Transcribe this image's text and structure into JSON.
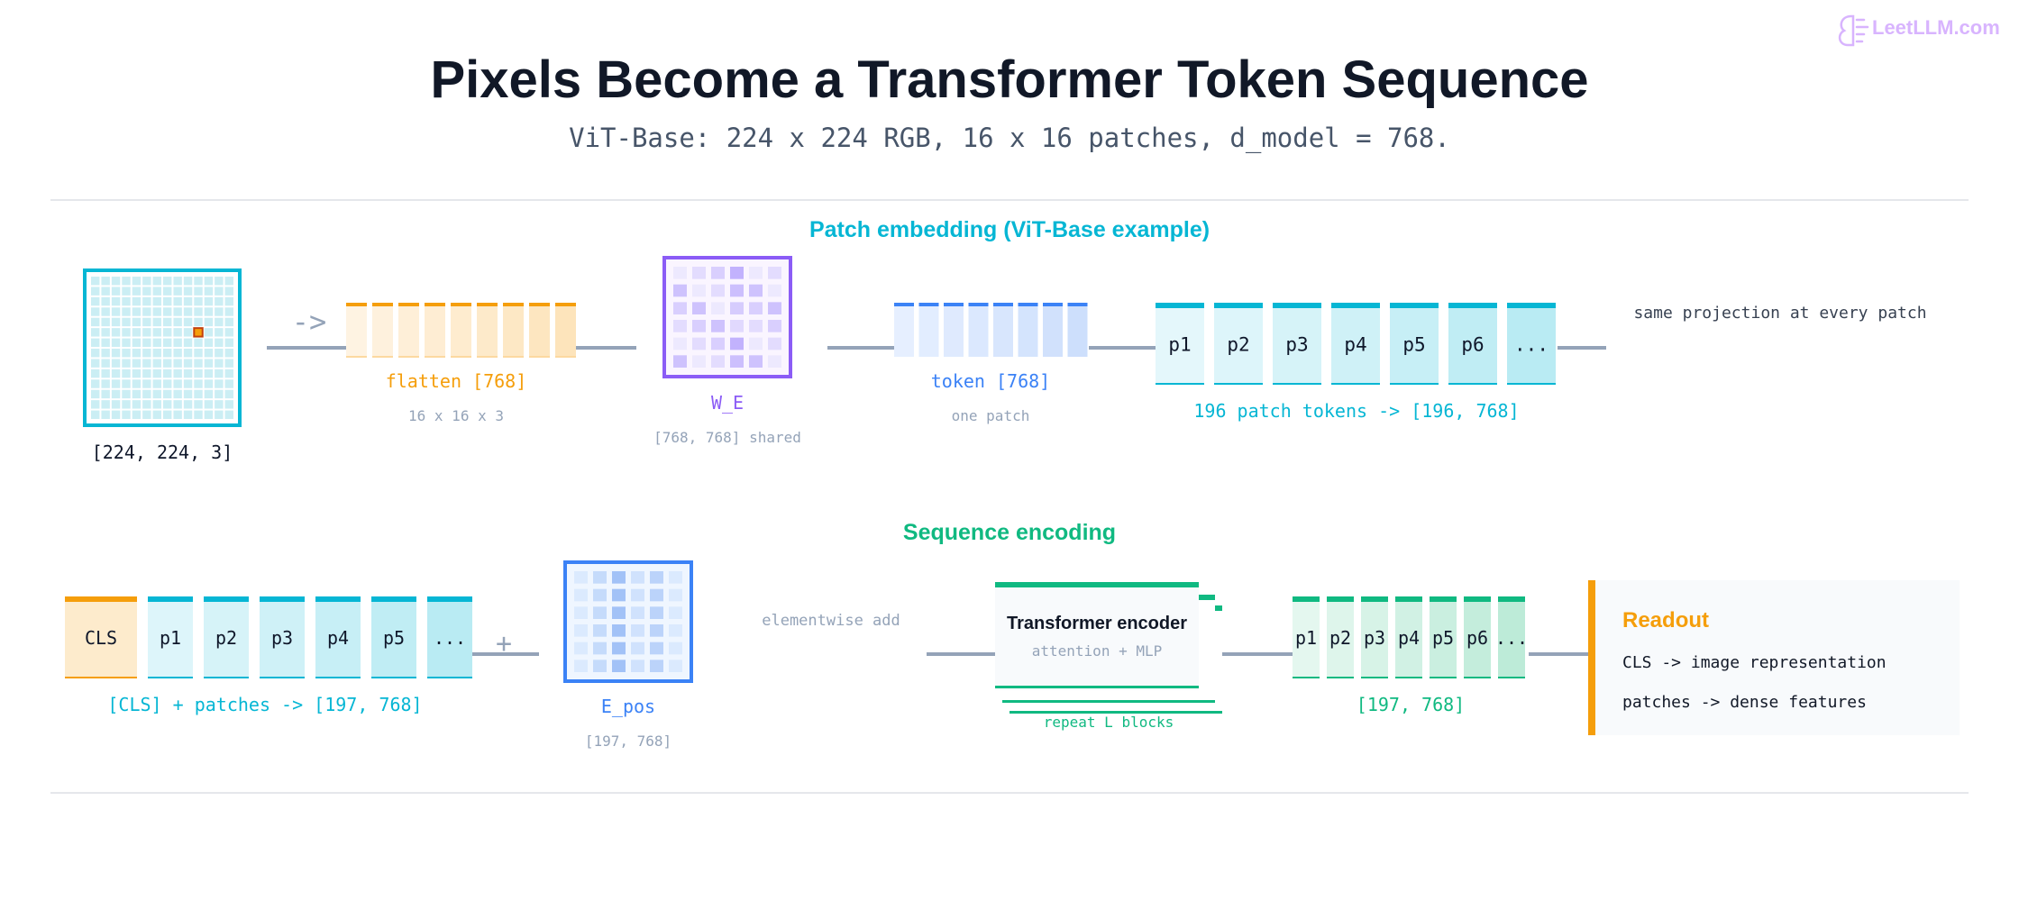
{
  "brand": {
    "text": "LeetLLM.com",
    "color": "#d8b4fe"
  },
  "header": {
    "title": "Pixels Become a Transformer Token Sequence",
    "subtitle": "ViT-Base: 224 x 224 RGB, 16 x 16 patches, d_model = 768."
  },
  "colors": {
    "cyan": "#06b6d4",
    "orange": "#f59e0b",
    "purple": "#8b5cf6",
    "blue": "#3b82f6",
    "green": "#10b981",
    "connector": "#94a3b8",
    "muted": "#94a3b8",
    "ink": "#111827"
  },
  "patch_section": {
    "title": "Patch embedding (ViT-Base example)",
    "image_label": "[224, 224, 3]",
    "arrow": "->",
    "flatten_label": "flatten [768]",
    "flatten_sub": "16 x 16 x 3",
    "we_label": "W_E",
    "we_sub": "[768, 768] shared",
    "token_label": "token [768]",
    "token_sub": "one patch",
    "patch_tokens": [
      "p1",
      "p2",
      "p3",
      "p4",
      "p5",
      "p6",
      "..."
    ],
    "patch_tokens_label": "196 patch tokens -> [196, 768]",
    "note": "same projection at every patch"
  },
  "sequence_section": {
    "title": "Sequence encoding",
    "seq_tokens": [
      "CLS",
      "p1",
      "p2",
      "p3",
      "p4",
      "p5",
      "..."
    ],
    "seq_label": "[CLS] + patches -> [197, 768]",
    "plus": "+",
    "epos_label": "E_pos",
    "epos_sub": "[197, 768]",
    "add_note": "elementwise add",
    "encoder_title": "Transformer encoder",
    "encoder_sub": "attention + MLP",
    "encoder_repeat": "repeat L blocks",
    "out_tokens": [
      "p1",
      "p2",
      "p3",
      "p4",
      "p5",
      "p6",
      "..."
    ],
    "out_label": "[197, 768]",
    "readout_title": "Readout",
    "readout_lines": [
      "CLS -> image representation",
      "patches -> dense features"
    ]
  }
}
